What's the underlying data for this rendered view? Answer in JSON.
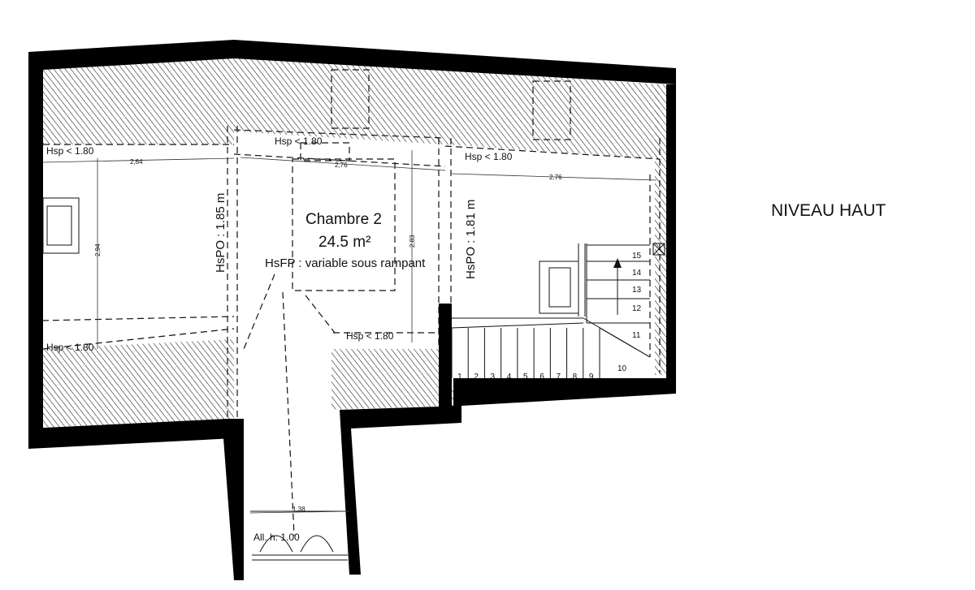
{
  "level_title": "NIVEAU HAUT",
  "room": {
    "name": "Chambre 2",
    "area": "24.5 m²",
    "hsfp": "HsFP : variable sous rampant"
  },
  "height_labels": {
    "hspo_left": "HsPO : 1.85 m",
    "hspo_right": "HsPO : 1.81 m",
    "hsp_top_left": "Hsp < 1.80",
    "hsp_top_center": "Hsp < 1.80",
    "hsp_top_right": "Hsp < 1.80",
    "hsp_bottom_left": "Hsp < 1.80",
    "hsp_bottom_center": "Hsp < 1.80"
  },
  "dimensions": {
    "left_width": "2,64",
    "center_width": "2,76",
    "right_width": "2,76",
    "left_height": "2,94",
    "center_height": "2,83",
    "corridor_width": "1,38"
  },
  "allege": "All. h: 1.00",
  "stair_steps": [
    "1",
    "2",
    "3",
    "4",
    "5",
    "6",
    "7",
    "8",
    "9",
    "10",
    "11",
    "12",
    "13",
    "14",
    "15"
  ]
}
